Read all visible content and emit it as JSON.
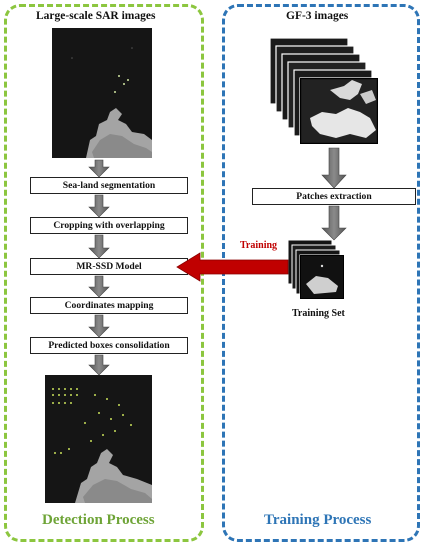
{
  "detection": {
    "heading": "Large-scale SAR images",
    "steps": [
      "Sea-land segmentation",
      "Cropping with overlapping",
      "MR-SSD Model",
      "Coordinates mapping",
      "Predicted boxes consolidation"
    ],
    "footer": "Detection Process",
    "color": "#8cc63f"
  },
  "training": {
    "heading": "GF-3 images",
    "step": "Patches extraction",
    "arrow_label": "Training",
    "set_label": "Training Set",
    "footer": "Training Process",
    "color": "#2e75b6",
    "arrow_color": "#c00000"
  }
}
